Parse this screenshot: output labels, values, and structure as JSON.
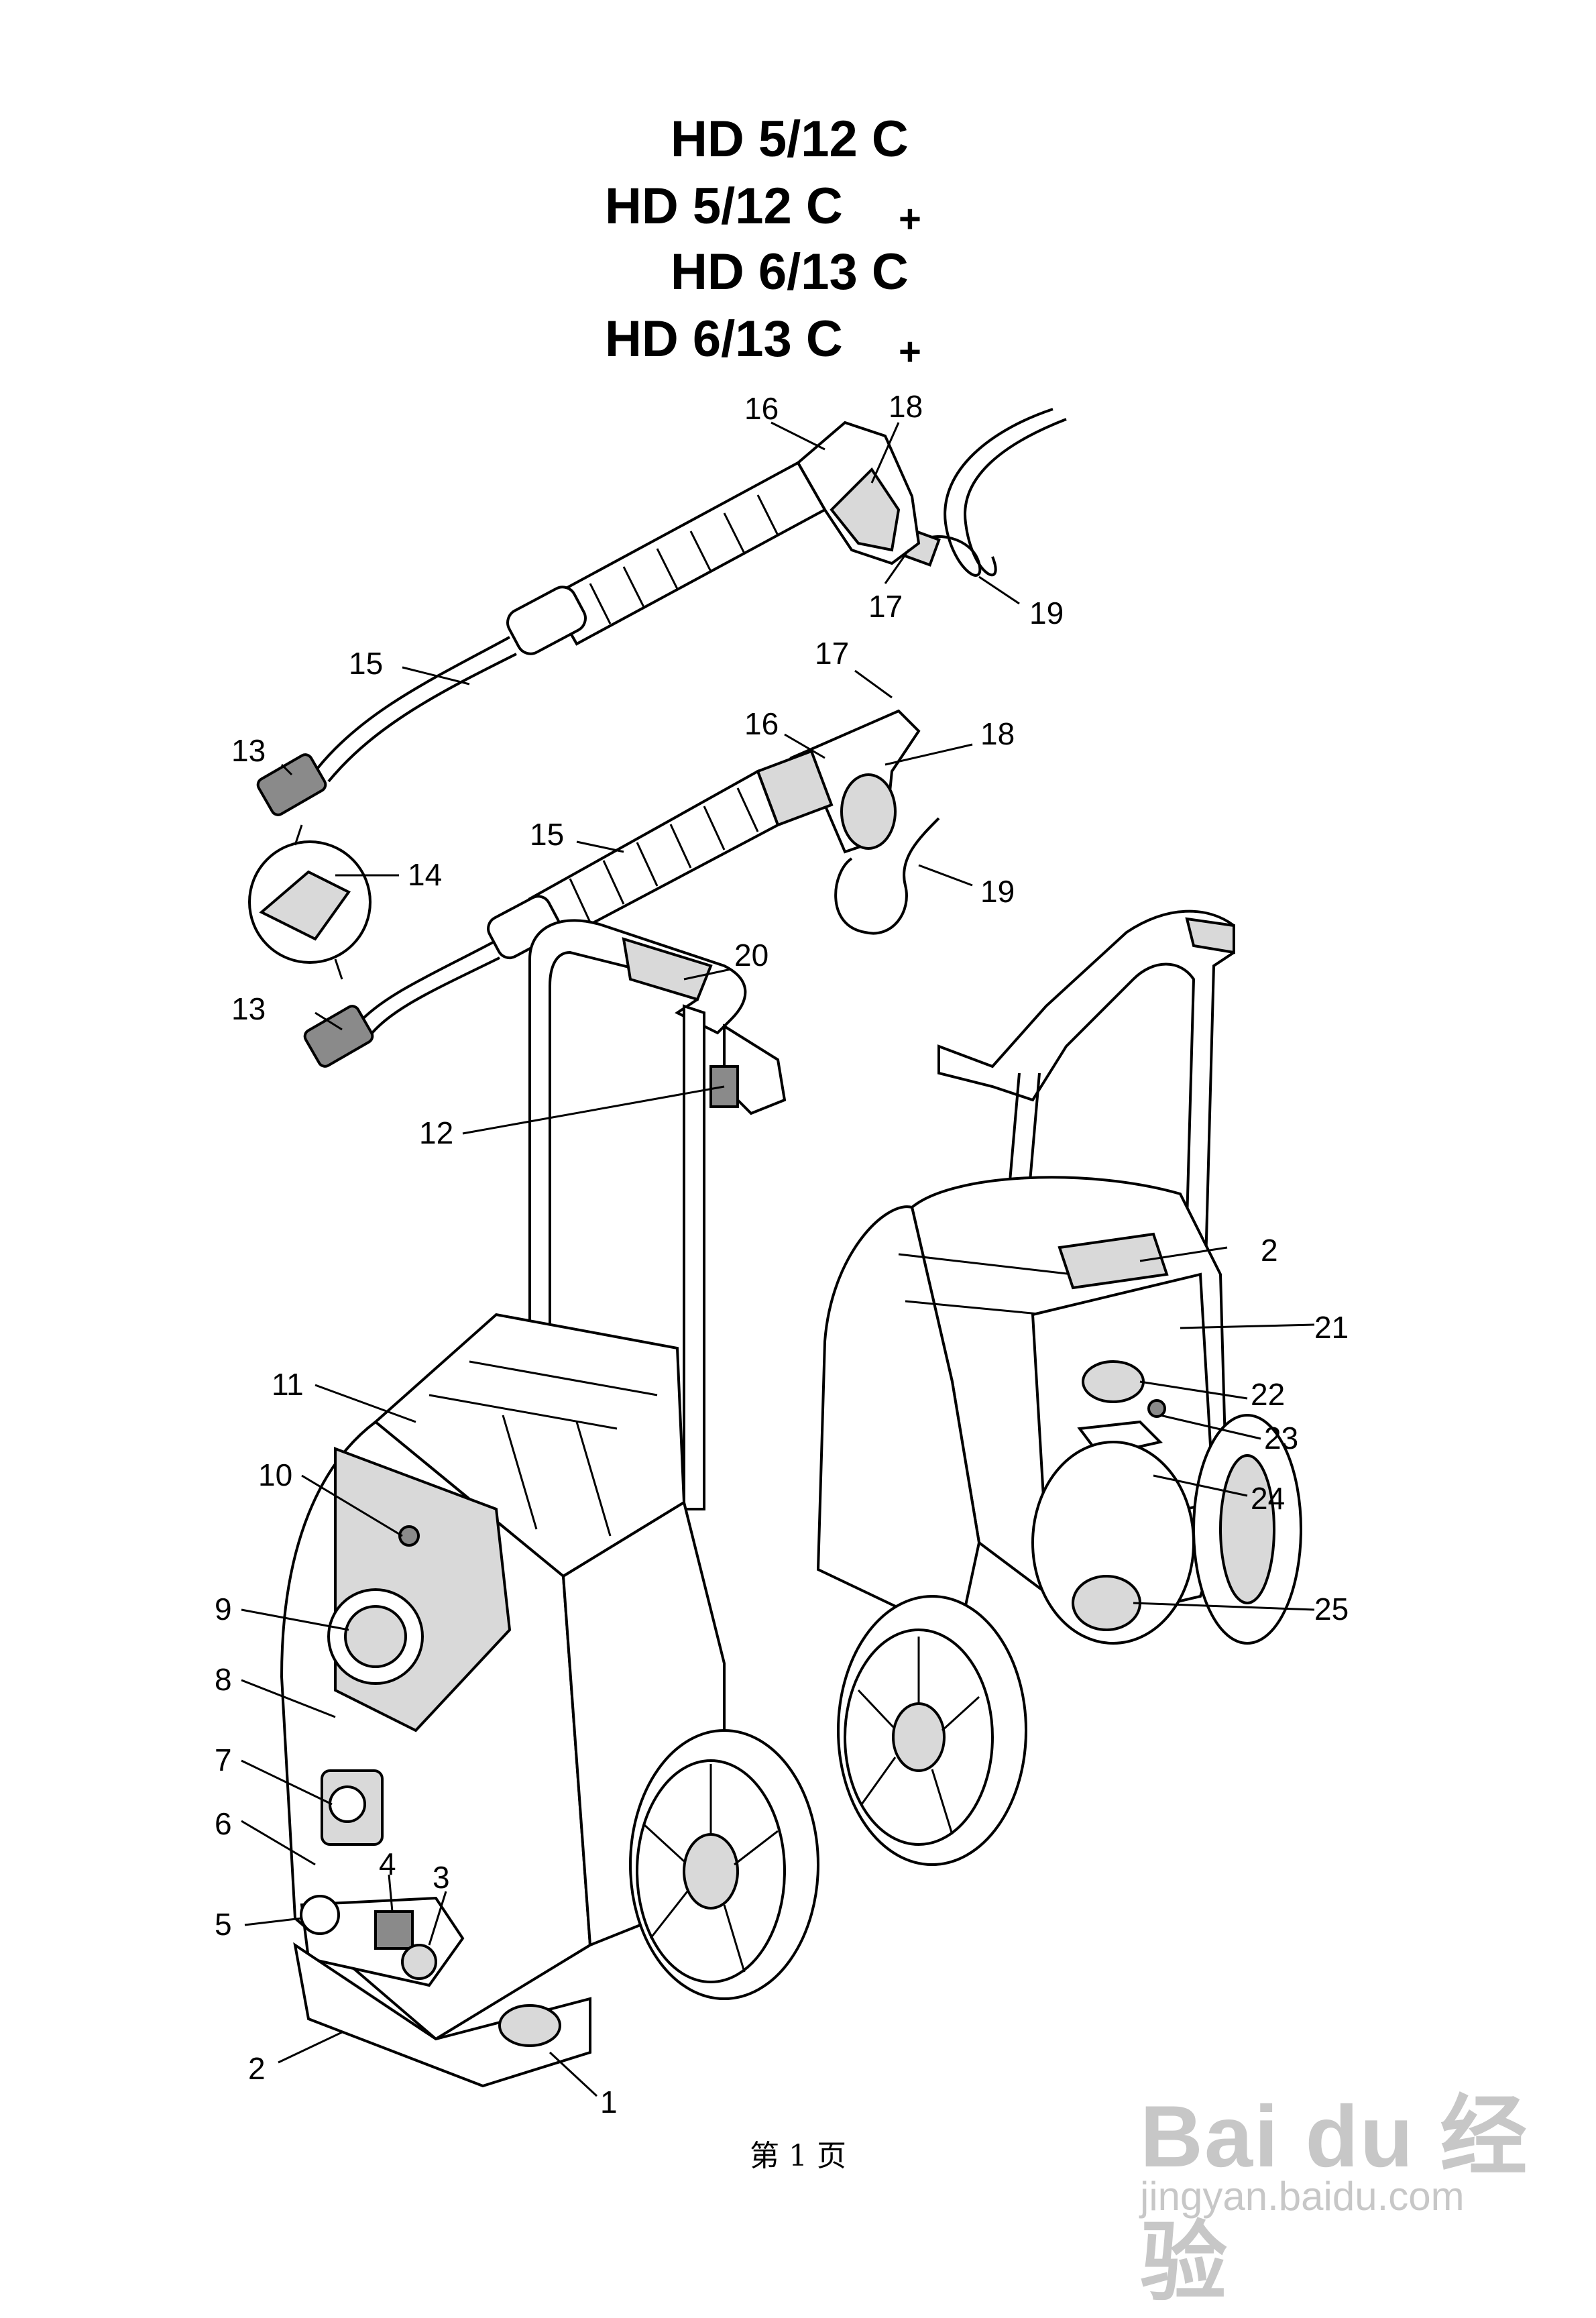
{
  "models": [
    {
      "text": "HD 5/12 C",
      "plus": ""
    },
    {
      "text": "HD 5/12 C",
      "plus": "+"
    },
    {
      "text": "HD 6/13 C",
      "plus": ""
    },
    {
      "text": "HD 6/13 C",
      "plus": "+"
    }
  ],
  "callouts": [
    "1",
    "2",
    "3",
    "4",
    "5",
    "6",
    "7",
    "8",
    "9",
    "10",
    "11",
    "12",
    "13",
    "14",
    "15",
    "16",
    "17",
    "18",
    "19",
    "20",
    "21",
    "22",
    "23",
    "24",
    "25"
  ],
  "gun_top_labels": {
    "n16": "16",
    "n17": "17",
    "n18": "18",
    "n19": "19",
    "n15": "15",
    "n13": "13"
  },
  "gun_bottom_labels": {
    "n16": "16",
    "n17": "17",
    "n18": "18",
    "n19": "19",
    "n15": "15",
    "n13": "13",
    "n14": "14"
  },
  "front_labels": {
    "n20": "20",
    "n12": "12",
    "n11": "11",
    "n10": "10",
    "n9": "9",
    "n8": "8",
    "n7": "7",
    "n6": "6",
    "n5": "5",
    "n4": "4",
    "n3": "3",
    "n2": "2",
    "n1": "1"
  },
  "rear_labels": {
    "n2": "2",
    "n21": "21",
    "n22": "22",
    "n23": "23",
    "n24": "24",
    "n25": "25"
  },
  "footer": "第 1 页",
  "watermark": {
    "brand": "Bai du 经验",
    "url": "jingyan.baidu.com"
  }
}
